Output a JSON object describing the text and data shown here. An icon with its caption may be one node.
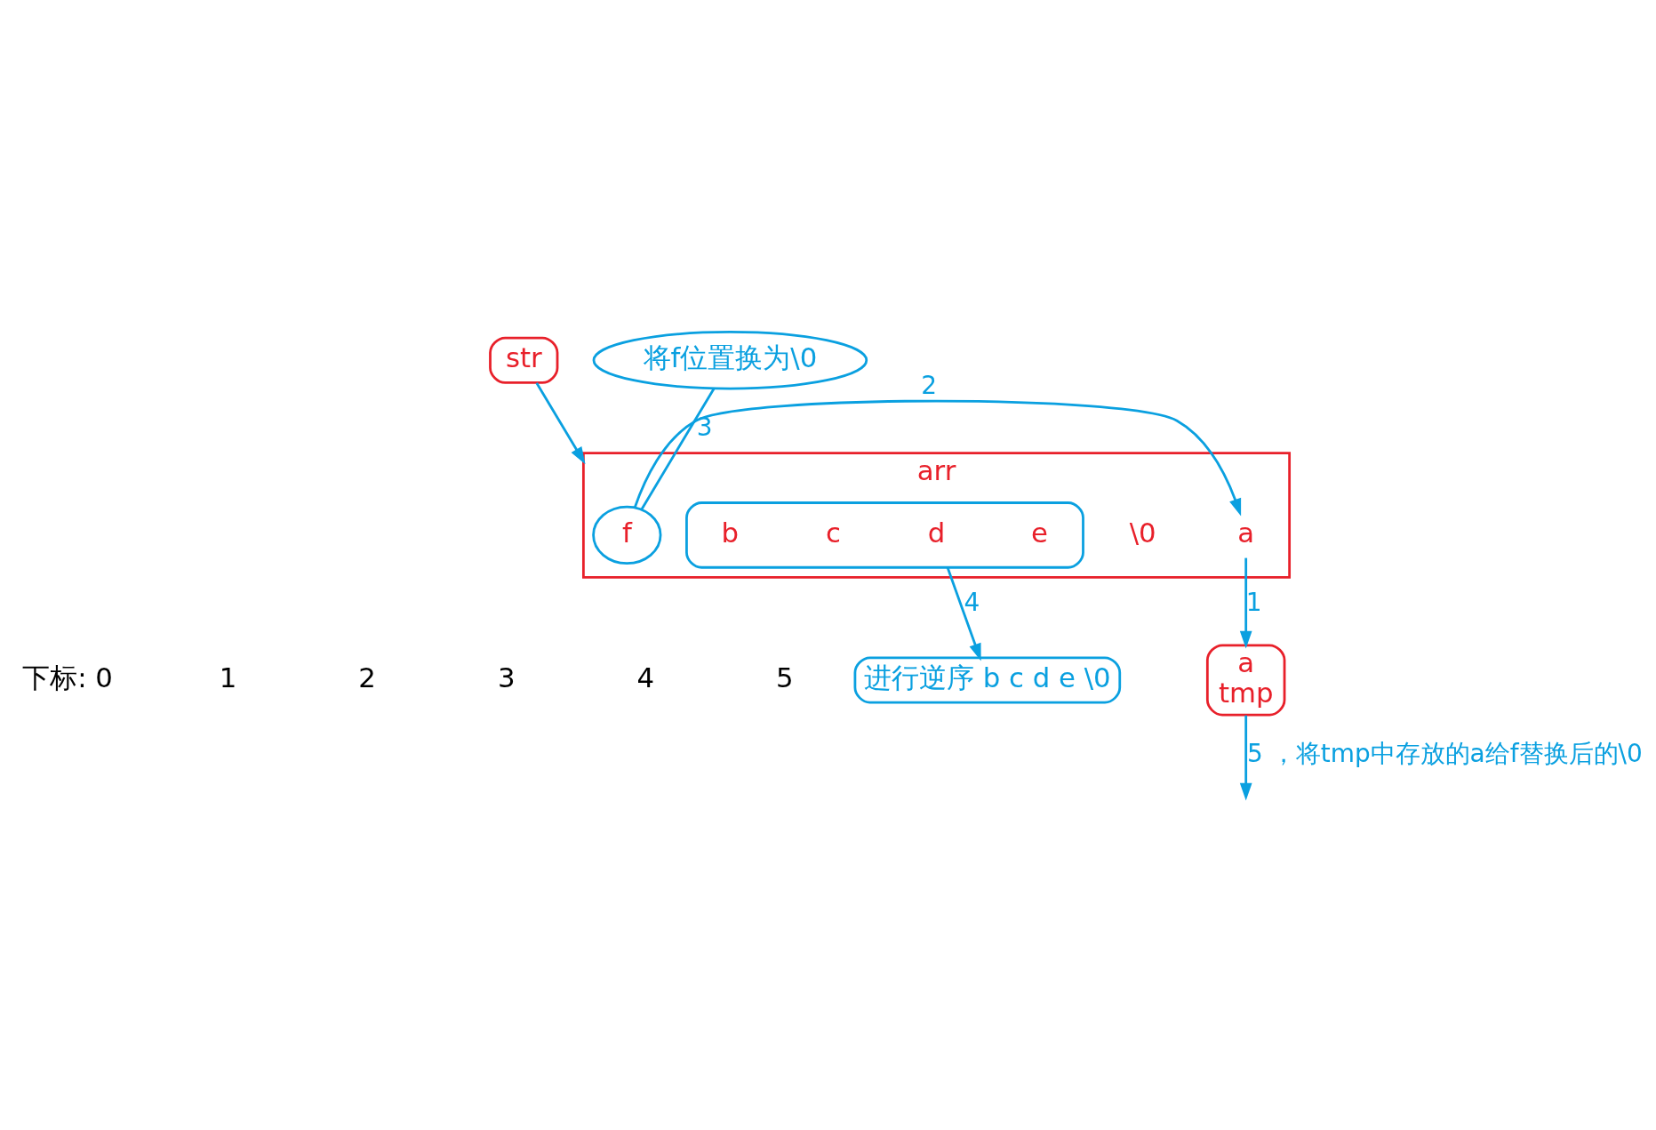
{
  "diagram": {
    "nodes": [
      {
        "text": [
          "str"
        ]
      },
      {
        "text": [
          "arr"
        ]
      },
      {
        "text": [
          "a"
        ],
        "in": 1
      },
      {
        "text": [],
        "shape": "box",
        "in": 1
      },
      {
        "text": [
          "b"
        ],
        "in": 3
      },
      {
        "text": [
          "c"
        ],
        "in": 3
      },
      {
        "text": [
          "d"
        ],
        "in": 3
      },
      {
        "text": [
          "e"
        ],
        "in": 3
      },
      {
        "text": [
          "f"
        ],
        "in": 1
      },
      {
        "text": [
          "\\0"
        ],
        "in": 1
      },
      {
        "text": [
          "将f位置换为\\0"
        ]
      },
      {
        "text": [
          "a",
          "tmp"
        ]
      },
      {
        "text": [
          "进行逆序 b c d e \\0"
        ]
      }
    ],
    "edges": [
      {
        "from": 0,
        "to": 1,
        "arrow": "to"
      },
      {
        "from": 8,
        "to": 2,
        "arrow": "to",
        "label": "2"
      },
      {
        "from": 10,
        "to": 8,
        "arrow": "none",
        "label": "3"
      },
      {
        "from": 2,
        "to": 11,
        "arrow": "to",
        "label": "1"
      },
      {
        "from": 3,
        "to": 12,
        "arrow": "to",
        "label": "4"
      },
      {
        "from": 11,
        "to": null,
        "arrow": "to",
        "label": "5 ，将tmp中存放的a给f替换后的\\0"
      }
    ],
    "labels": [
      "下标: 0",
      "1",
      "2",
      "3",
      "4",
      "5"
    ]
  }
}
